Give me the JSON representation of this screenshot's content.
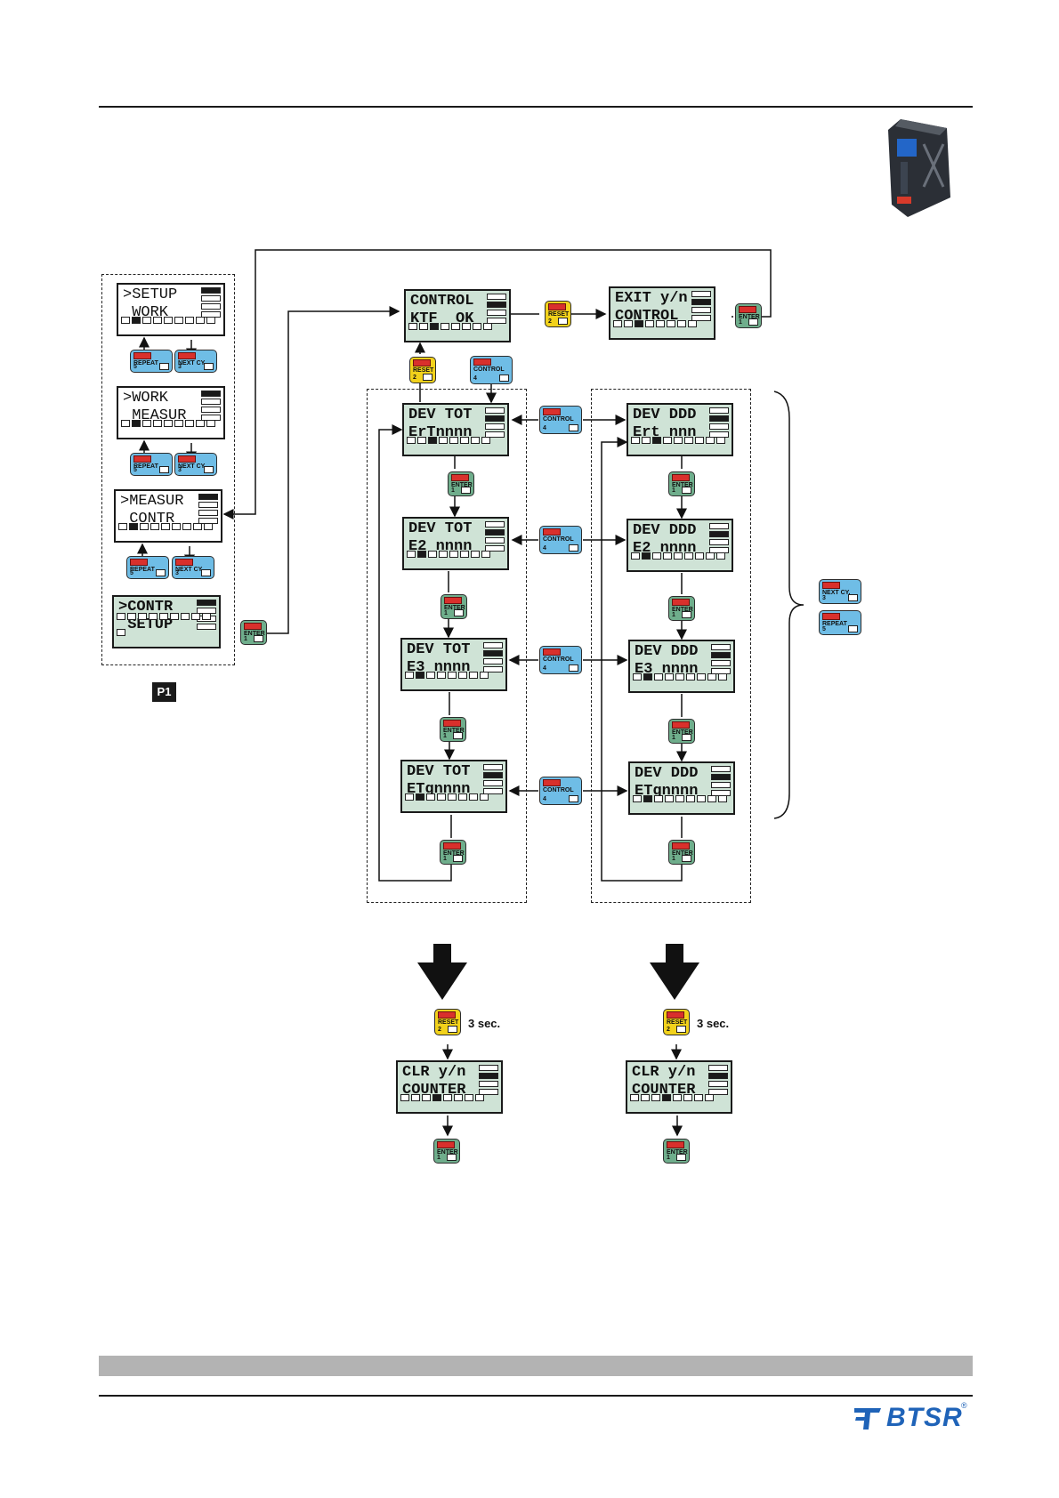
{
  "setup_column": {
    "screens": [
      {
        "line1": ">SETUP",
        "line2": " WORK"
      },
      {
        "line1": ">WORK",
        "line2": " MEASUR"
      },
      {
        "line1": ">MEASUR",
        "line2": " CONTR"
      },
      {
        "line1": ">CONTR",
        "line2": " SETUP"
      }
    ],
    "keys": {
      "repeat": {
        "label": "REPEAT",
        "number": "5"
      },
      "next": {
        "label": "NEXT CY.",
        "number": "3"
      },
      "enter": {
        "label": "ENTER",
        "number": "1"
      }
    },
    "panel_tag": "P1"
  },
  "control_row": {
    "control_screen": {
      "line1": "CONTROL",
      "line2": "KTF  OK"
    },
    "exit_screen": {
      "line1": "EXIT y/n",
      "line2": "CONTROL"
    },
    "reset_key": {
      "label": "RESET",
      "number": "2"
    },
    "control_key": {
      "label": "CONTROL",
      "number": "4"
    },
    "enter_key": {
      "label": "ENTER",
      "number": "1"
    }
  },
  "left_chain": [
    {
      "line1": "DEV TOT",
      "line2": "ErTnnnn"
    },
    {
      "line1": "DEV TOT",
      "line2": "E2 nnnn"
    },
    {
      "line1": "DEV TOT",
      "line2": "E3 nnnn"
    },
    {
      "line1": "DEV TOT",
      "line2": "ETgnnnn"
    }
  ],
  "right_chain": [
    {
      "line1": "DEV DDD",
      "line2": "Ert nnn"
    },
    {
      "line1": "DEV DDD",
      "line2": "E2 nnnn"
    },
    {
      "line1": "DEV DDD",
      "line2": "E3 nnnn"
    },
    {
      "line1": "DEV DDD",
      "line2": "ETgnnnn"
    }
  ],
  "chain_keys": {
    "enter": {
      "label": "ENTER",
      "number": "1"
    },
    "control": {
      "label": "CONTROL",
      "number": "4"
    }
  },
  "brace_keys": {
    "next": {
      "label": "NEXT CY.",
      "number": "3"
    },
    "repeat": {
      "label": "REPEAT",
      "number": "5"
    }
  },
  "clear_section": {
    "hold_text": "3 sec.",
    "reset_key": {
      "label": "RESET",
      "number": "2"
    },
    "enter_key": {
      "label": "ENTER",
      "number": "1"
    },
    "screen": {
      "line1": "CLR y/n",
      "line2": "COUNTER"
    }
  },
  "footer": {
    "logo_text": "BTSR",
    "logo_mark": "®"
  },
  "colors": {
    "lcd_green": "#cfe3d6",
    "enter_key": "#6fae8c",
    "blue_key": "#6fbde6",
    "reset_key": "#f2d21b",
    "key_red_tab": "#d9302c",
    "logo_blue": "#1f63b8"
  }
}
